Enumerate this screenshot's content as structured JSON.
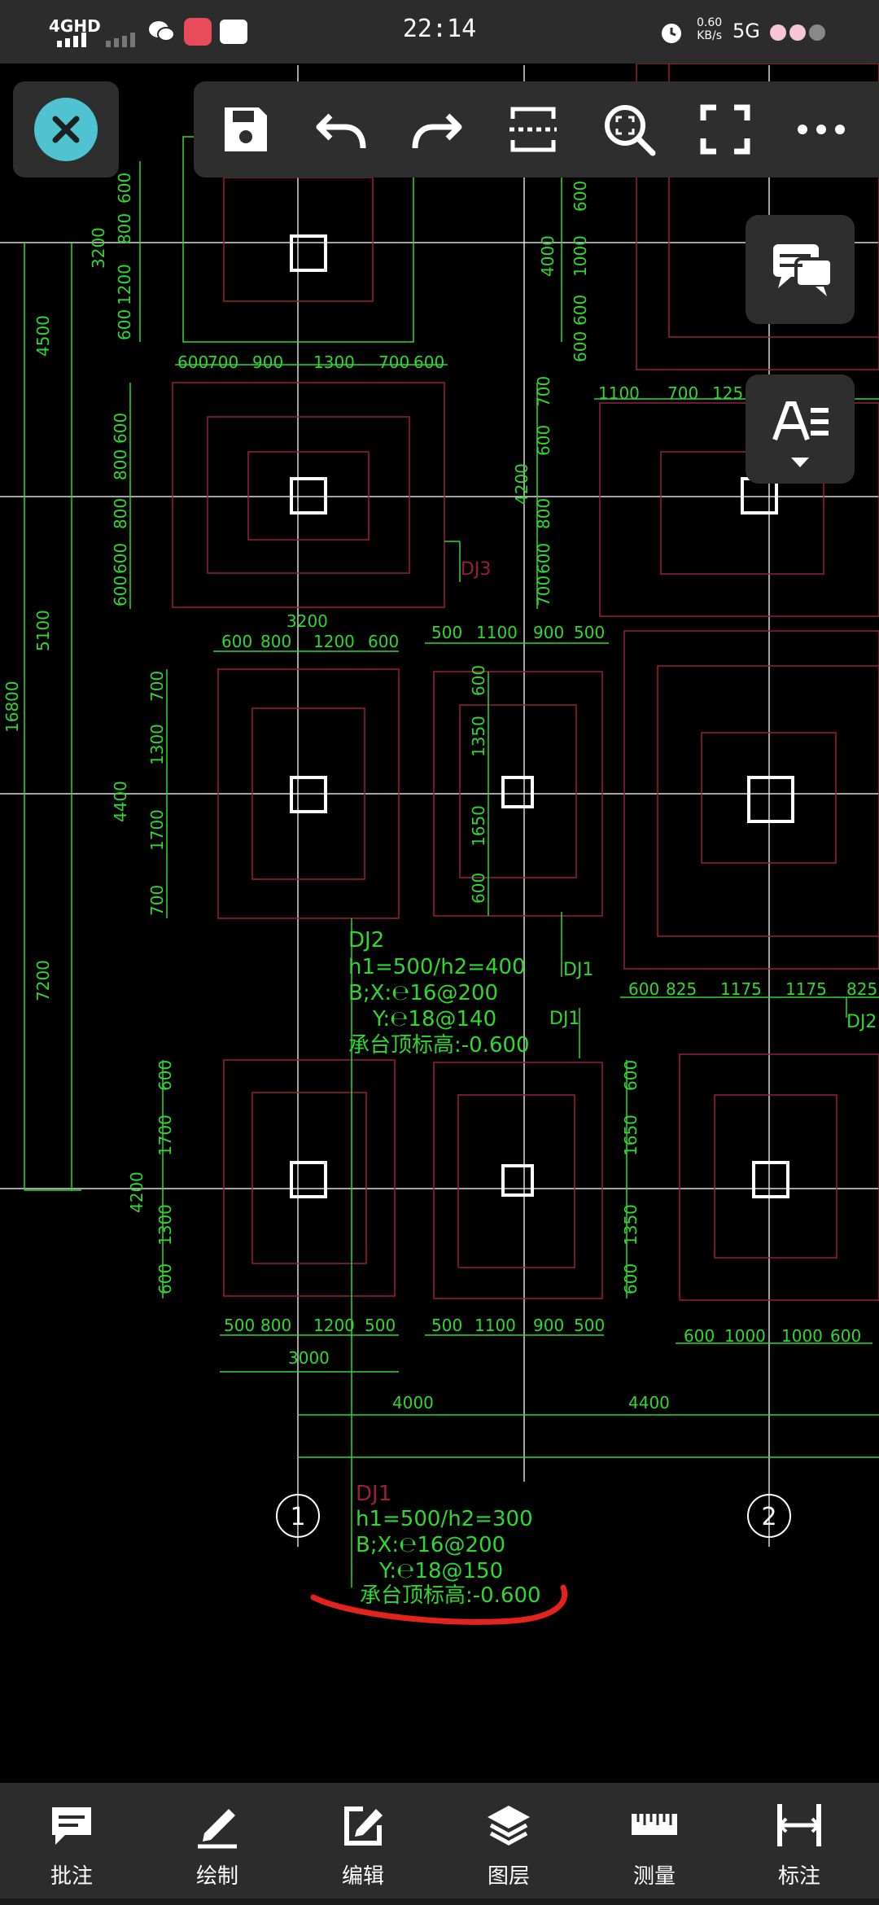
{
  "status_bar": {
    "network_label": "4GHD",
    "time": "22:14",
    "speed_value": "0.60",
    "speed_unit": "KB/s",
    "right_network": "5G"
  },
  "toolbar": {
    "close_icon": "close-icon",
    "buttons": [
      "save-icon",
      "undo-icon",
      "redo-icon",
      "fit-width-icon",
      "zoom-window-icon",
      "fullscreen-icon",
      "more-icon"
    ]
  },
  "side_buttons": [
    "comment-icon",
    "text-style-icon"
  ],
  "drawing": {
    "labels": {
      "dj1": "DJ1",
      "dj2": "DJ2",
      "dj3": "DJ3",
      "axis_1": "1",
      "axis_2": "2"
    },
    "dims": {
      "d3200a": "3200",
      "d4500": "4500",
      "d600": "600",
      "d800": "800",
      "d1200": "1200",
      "d4000": "4000",
      "d1000": "1000",
      "d700": "700",
      "d900": "900",
      "d1300": "1300",
      "d1100": "1100",
      "d125": "125",
      "d4200": "4200",
      "d5100": "5100",
      "d16800": "16800",
      "d500": "500",
      "d1350": "1350",
      "d1650": "1650",
      "d4400": "4400",
      "d1700": "1700",
      "d825": "825",
      "d1175": "1175",
      "d7200": "7200",
      "d3000": "3000"
    },
    "dj2_note": {
      "title": "DJ2",
      "line1": "h1=500/h2=400",
      "line2": "B;X:℮16@200",
      "line3": "Y:℮18@140",
      "line4": "承台顶标高:-0.600"
    },
    "dj1_note": {
      "title": "DJ1",
      "line1": "h1=500/h2=300",
      "line2": "B;X:℮16@200",
      "line3": "Y:℮18@150",
      "line4": "承台顶标高:-0.600"
    }
  },
  "bottom_nav": [
    {
      "label": "批注",
      "icon": "annotate-icon"
    },
    {
      "label": "绘制",
      "icon": "draw-pencil-icon"
    },
    {
      "label": "编辑",
      "icon": "edit-icon"
    },
    {
      "label": "图层",
      "icon": "layers-icon"
    },
    {
      "label": "测量",
      "icon": "measure-ruler-icon"
    },
    {
      "label": "标注",
      "icon": "dimension-icon"
    }
  ],
  "colors": {
    "dimension_line": "#2fd82f",
    "footing_outline": "#9a1f3a",
    "axis_line": "#ffffff",
    "highlight_mark": "#e3231c",
    "accent": "#4fc3cf"
  }
}
